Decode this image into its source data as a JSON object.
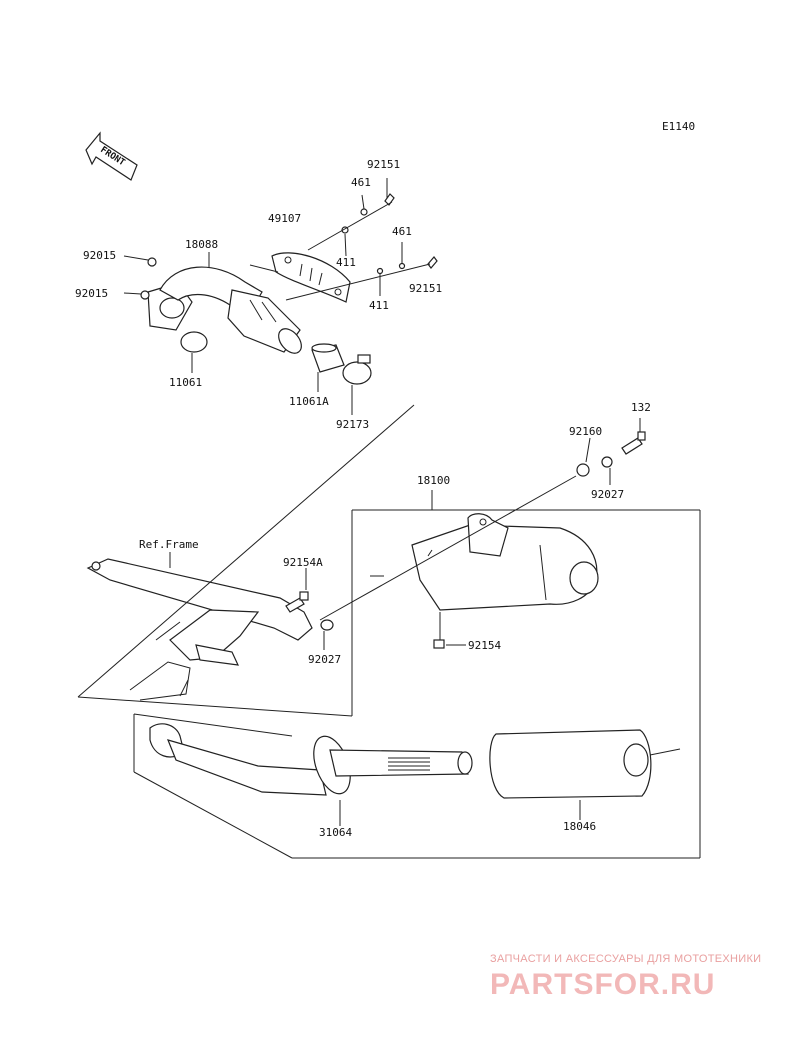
{
  "diagram_code": "E1140",
  "front_label": "FRONT",
  "ref_frame": "Ref.Frame",
  "parts": {
    "p92151a": "92151",
    "p461a": "461",
    "p49107": "49107",
    "p411a": "411",
    "p461b": "461",
    "p92015a": "92015",
    "p18088": "18088",
    "p92015b": "92015",
    "p92151b": "92151",
    "p411b": "411",
    "p11061": "11061",
    "p11061A": "11061A",
    "p92173": "92173",
    "p132": "132",
    "p92160": "92160",
    "p92027a": "92027",
    "p18100": "18100",
    "p92154A": "92154A",
    "p92027b": "92027",
    "p92154": "92154",
    "p31064": "31064",
    "p18046": "18046"
  },
  "watermark": {
    "tagline": "ЗАПЧАСТИ И АКСЕССУАРЫ ДЛЯ МОТОТЕХНИКИ",
    "logo": "PARTSFOR.RU"
  }
}
